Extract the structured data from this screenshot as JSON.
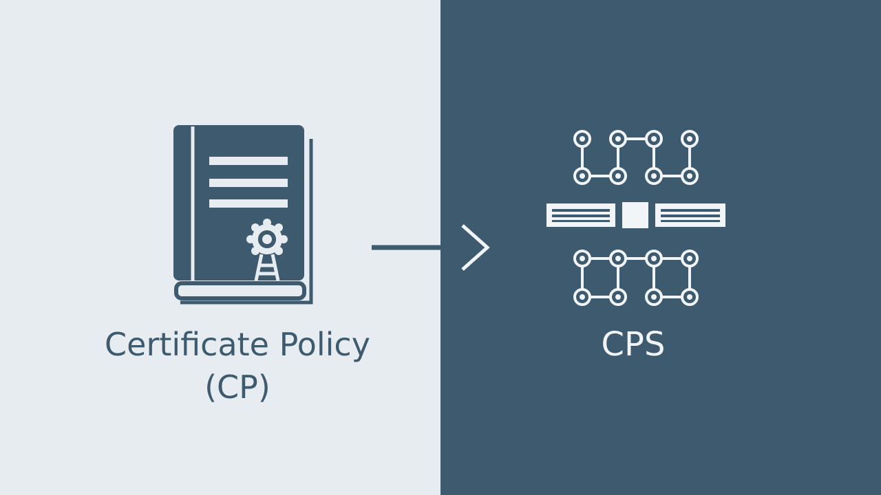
{
  "left": {
    "label_line1": "Certificate Policy",
    "label_line2": "(CP)",
    "icon": "certificate-book-icon"
  },
  "right": {
    "label": "CPS",
    "icon": "node-network-icon"
  },
  "connector": {
    "icon": "arrow-right-icon"
  },
  "colors": {
    "left_bg": "#e6ecef",
    "right_bg": "#3d5a6e",
    "accent_dark": "#3d5a6e",
    "accent_light": "#f2f5f7"
  }
}
